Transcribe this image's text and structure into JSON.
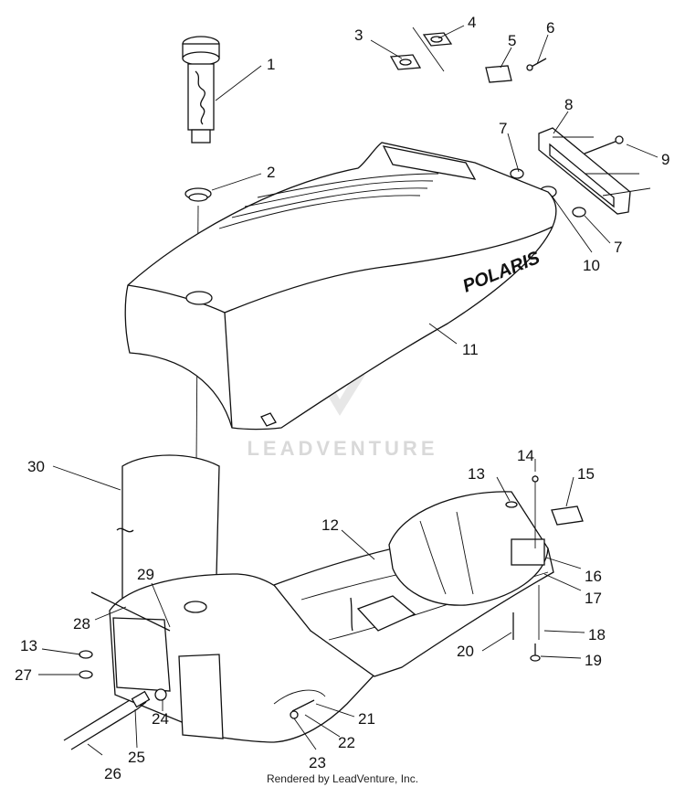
{
  "diagram": {
    "callouts": [
      {
        "id": "c1",
        "label": "1"
      },
      {
        "id": "c2",
        "label": "2"
      },
      {
        "id": "c3",
        "label": "3"
      },
      {
        "id": "c4",
        "label": "4"
      },
      {
        "id": "c5",
        "label": "5"
      },
      {
        "id": "c6",
        "label": "6"
      },
      {
        "id": "c7a",
        "label": "7"
      },
      {
        "id": "c7b",
        "label": "7"
      },
      {
        "id": "c8",
        "label": "8"
      },
      {
        "id": "c9",
        "label": "9"
      },
      {
        "id": "c10",
        "label": "10"
      },
      {
        "id": "c11",
        "label": "11"
      },
      {
        "id": "c12",
        "label": "12"
      },
      {
        "id": "c13a",
        "label": "13"
      },
      {
        "id": "c13b",
        "label": "13"
      },
      {
        "id": "c14",
        "label": "14"
      },
      {
        "id": "c15",
        "label": "15"
      },
      {
        "id": "c16",
        "label": "16"
      },
      {
        "id": "c17",
        "label": "17"
      },
      {
        "id": "c18",
        "label": "18"
      },
      {
        "id": "c19",
        "label": "19"
      },
      {
        "id": "c20",
        "label": "20"
      },
      {
        "id": "c21",
        "label": "21"
      },
      {
        "id": "c22",
        "label": "22"
      },
      {
        "id": "c23",
        "label": "23"
      },
      {
        "id": "c24",
        "label": "24"
      },
      {
        "id": "c25",
        "label": "25"
      },
      {
        "id": "c26",
        "label": "26"
      },
      {
        "id": "c27",
        "label": "27"
      },
      {
        "id": "c28",
        "label": "28"
      },
      {
        "id": "c29",
        "label": "29"
      },
      {
        "id": "c30",
        "label": "30"
      }
    ],
    "seat_logo": "POLARIS",
    "watermark": "LEADVENTURE",
    "credit": "Rendered by LeadVenture, Inc."
  },
  "colors": {
    "line": "#111111",
    "background": "#ffffff",
    "watermark": "#d9d9d9"
  }
}
